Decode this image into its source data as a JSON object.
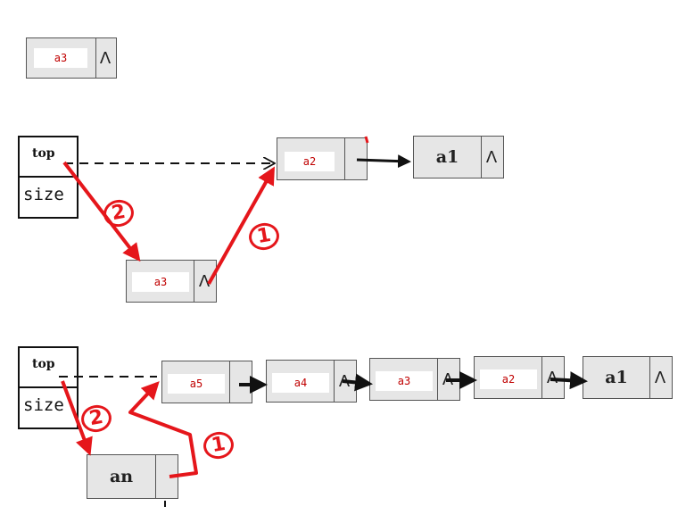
{
  "colors": {
    "arrow_red": "#e5161b",
    "label_red": "#c00000",
    "node_fill": "#e6e6e6"
  },
  "node_labels": {
    "lone_top": "a3",
    "d1_n1": "a2",
    "d1_n2": "a1",
    "d1_new": "a3",
    "d2_n1": "a5",
    "d2_n2": "a4",
    "d2_n3": "a3",
    "d2_n4": "a2",
    "d2_n5": "a1",
    "d2_new": "an"
  },
  "null_symbol": "Λ",
  "header": {
    "top_label": "top",
    "size_label": "size"
  },
  "steps": {
    "one": "1",
    "two": "2"
  }
}
